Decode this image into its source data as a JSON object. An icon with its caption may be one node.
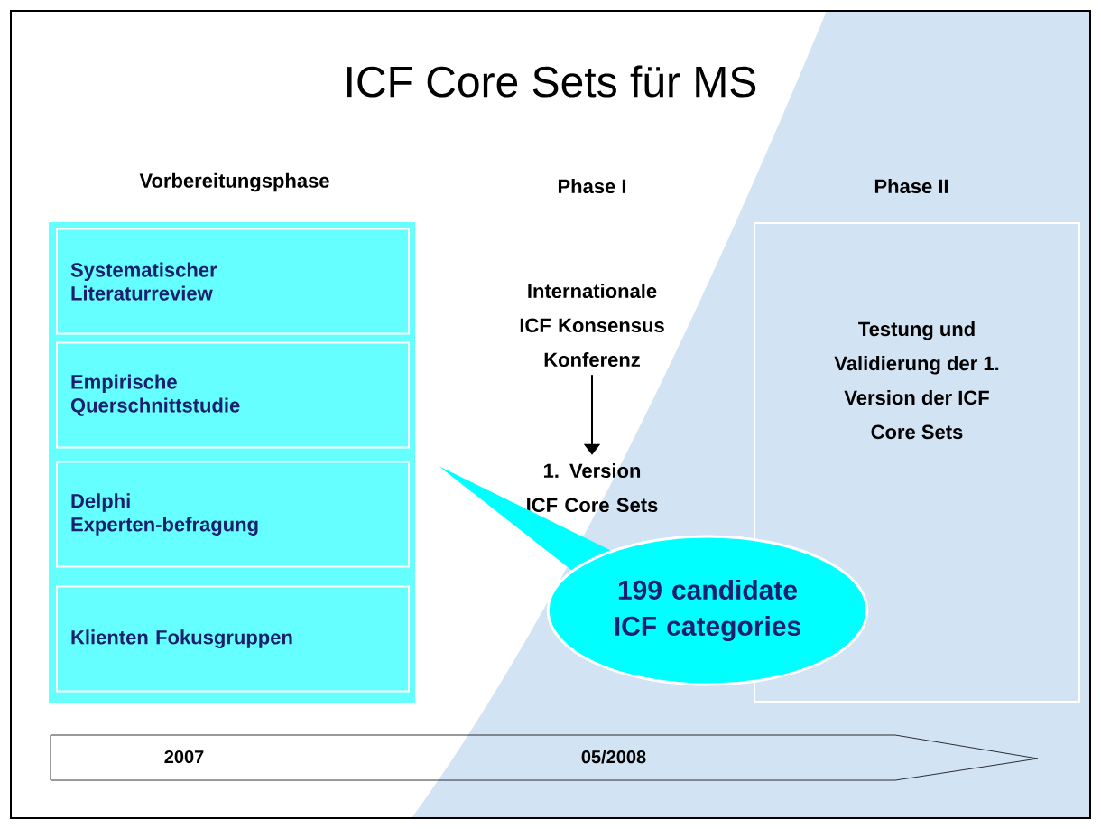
{
  "diagram": {
    "title": "ICF Core Sets für MS",
    "nodes": [
      {
        "text": [],
        "shape": "box"
      },
      {
        "text": [
          "Systematischer Literaturreview"
        ],
        "in": 0
      },
      {
        "text": [
          "Empirische Querschnittstudie"
        ],
        "in": 0
      },
      {
        "text": [
          "Delphi Experten-befragung"
        ],
        "in": 0
      },
      {
        "text": [
          "Klienten Fokusgruppen"
        ],
        "in": 0
      },
      {
        "text": [
          "Internationale ICF Konsensus Konferenz"
        ]
      },
      {
        "text": [
          "1. Version ICF Core Sets"
        ]
      },
      {
        "text": [
          "Testung und Validierung der 1. Version der ICF Core Sets"
        ]
      },
      {
        "text": [
          "199 candidate ICF categories"
        ]
      }
    ],
    "edges": [
      {
        "from": 5,
        "to": 6,
        "arrow": "to"
      }
    ],
    "labels": [
      "Vorbereitungsphase",
      "Phase I",
      "Phase II",
      "2007",
      "05/2008"
    ]
  }
}
